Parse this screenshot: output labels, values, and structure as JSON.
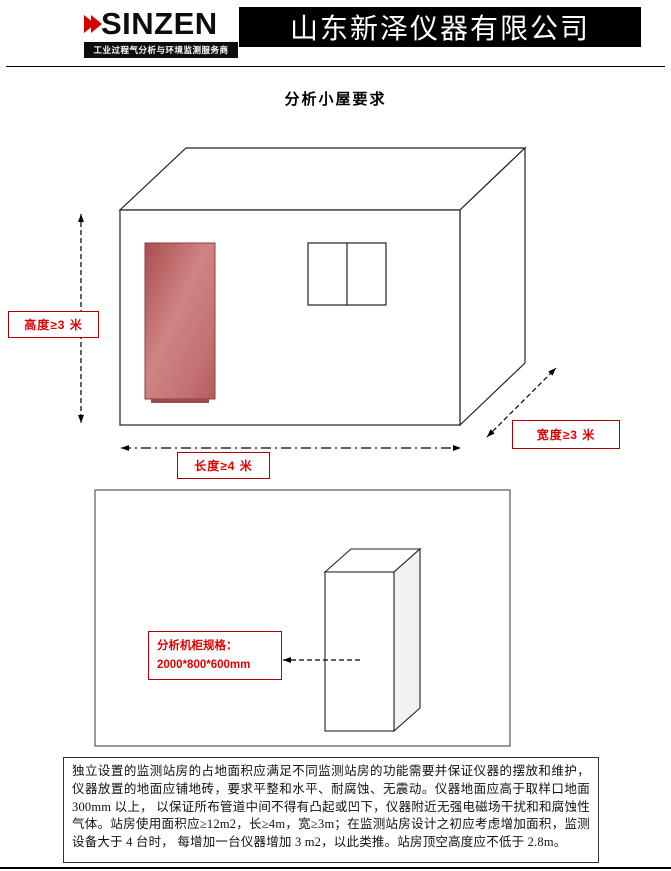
{
  "header": {
    "logo_text": "SINZEN",
    "logo_tagline": "工业过程气分析与环境监测服务商",
    "company_name": "山东新泽仪器有限公司"
  },
  "title": "分析小屋要求",
  "diagram": {
    "height_label": "高度≥3 米",
    "length_label": "长度≥4 米",
    "width_label": "宽度≥3 米",
    "rack_spec_title": "分析机柜规格：",
    "rack_spec_value": "2000*800*600mm"
  },
  "notes": {
    "text": "独立设置的监测站房的占地面积应满足不同监测站房的功能需要并保证仪器的摆放和维护，仪器放置的地面应铺地砖，要求平整和水平、耐腐蚀、无震动。仪器地面应高于取样口地面 300mm 以上， 以保证所布管道中间不得有凸起或凹下，仪器附近无强电磁场干扰和和腐蚀性气体。站房使用面积应≥12m2，长≥4m，宽≥3m；在监测站房设计之初应考虑增加面积，监测设备大于 4 台时， 每增加一台仪器增加 3 m2，以此类推。站房顶空高度应不低于 2.8m。"
  },
  "colors": {
    "accent_red": "#e00000",
    "label_border": "#b00000",
    "cabinet_red_dark": "#a84a4a",
    "cabinet_red_light": "#d38e8e",
    "banner_black": "#000000"
  }
}
